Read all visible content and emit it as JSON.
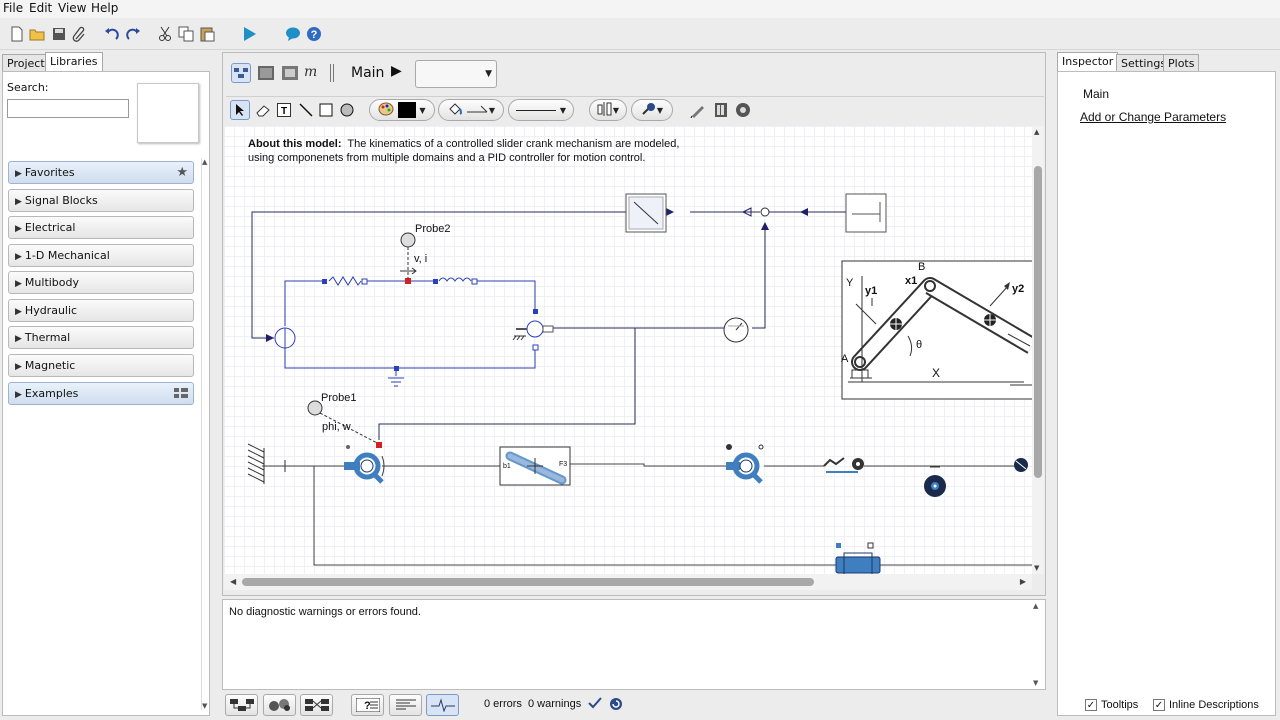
{
  "menu": [
    "File",
    "Edit",
    "View",
    "Help"
  ],
  "left_panel": {
    "tabs": [
      "Project",
      "Libraries"
    ],
    "search_label": "Search:",
    "search_value": "",
    "libraries": [
      "Favorites",
      "Signal Blocks",
      "Electrical",
      "1-D Mechanical",
      "Multibody",
      "Hydraulic",
      "Thermal",
      "Magnetic",
      "Examples"
    ]
  },
  "editor": {
    "breadcrumb": "Main",
    "breadcrumb_arrow": "▶",
    "dropdown_value": "",
    "description_bold": "About this model:",
    "description_line1": "The kinematics of a controlled slider crank mechanism are modeled,",
    "description_line2": "using componenets from multiple domains and a PID controller for motion control.",
    "labels": {
      "probe2": "Probe2",
      "probe2_vars": "v, i",
      "probe1": "Probe1",
      "probe1_vars": "phi, w",
      "port_b1": "b1",
      "port_f3": "F3"
    },
    "figure_labels": {
      "b": "B",
      "x1": "x1",
      "y1": "y1",
      "y2": "y2",
      "y": "Y",
      "a": "A",
      "theta": "θ",
      "x": "X"
    }
  },
  "diagnostics": {
    "message": "No diagnostic warnings or errors found.",
    "status": "0 errors  0 warnings"
  },
  "right_panel": {
    "tabs": [
      "Inspector",
      "Settings",
      "Plots"
    ],
    "title": "Main",
    "link": "Add or Change Parameters",
    "checkboxes": [
      "Tooltips",
      "Inline Descriptions"
    ]
  },
  "colors": {
    "wire_dark": "#2a2a5a",
    "wire_electric": "#2b3fb8",
    "port_red": "#d42020",
    "component_blue": "#3f7fc0"
  }
}
